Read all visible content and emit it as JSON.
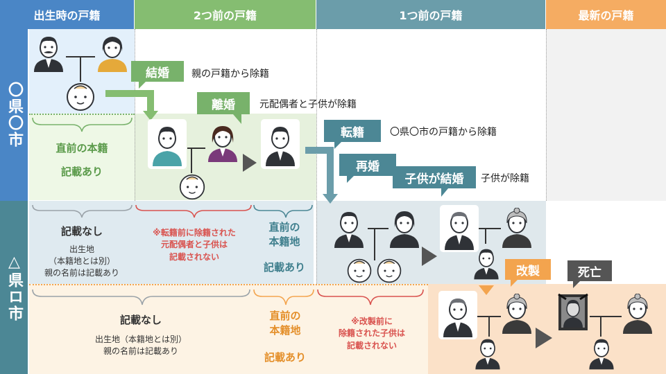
{
  "headers": {
    "birth": "出生時の戸籍",
    "two_before": "2つ前の戸籍",
    "one_before": "1つ前の戸籍",
    "latest": "最新の戸籍"
  },
  "rows": {
    "maru": "〇県〇市",
    "sankaku": "△県ロ市"
  },
  "events": {
    "marriage": "結婚",
    "marriage_note": "親の戸籍から除籍",
    "divorce": "離婚",
    "divorce_note": "元配偶者と子供が除籍",
    "transfer": "転籍",
    "transfer_note": "〇県〇市の戸籍から除籍",
    "remarriage": "再婚",
    "child_marriage": "子供が結婚",
    "child_marriage_note": "子供が除籍",
    "remake": "改製",
    "death": "死亡"
  },
  "notes": {
    "maru_birth_title": "直前の本籍",
    "maru_birth_sub": "記載あり",
    "sankaku_birth_title": "記載なし",
    "sankaku_birth_detail": "出生地\n（本籍地とは別）\n親の名前は記載あり",
    "transfer_warning": "※転籍前に除籍された\n元配偶者と子供は\n記載されない",
    "sankaku_prev_title": "直前の\n本籍地",
    "sankaku_prev_sub": "記載あり",
    "bottom_none_title": "記載なし",
    "bottom_none_detail": "出生地（本籍地とは別）\n親の名前は記載あり",
    "bottom_prev_title": "直前の\n本籍地",
    "bottom_prev_sub": "記載あり",
    "remake_warning": "※改製前に\n除籍された子供は\n記載されない"
  },
  "colors": {
    "blue": "#4a86c6",
    "green": "#78b26b",
    "teal": "#4c8795",
    "orange": "#f3a44e",
    "dark_gray": "#555555",
    "red": "#d9534f"
  }
}
